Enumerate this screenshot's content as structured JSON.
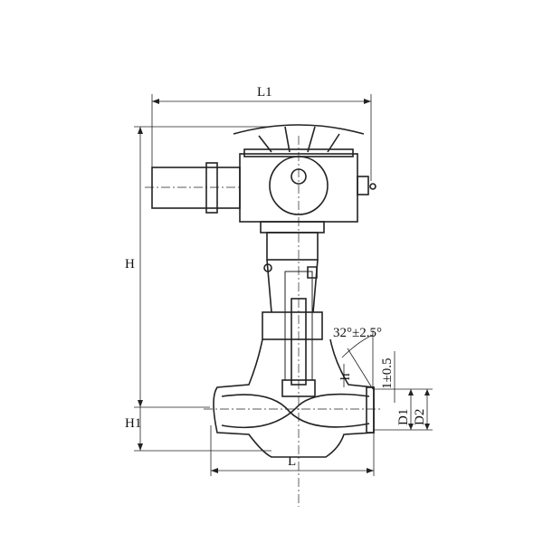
{
  "diagram": {
    "labels": {
      "L1": "L1",
      "H": "H",
      "H1": "H1",
      "L": "L",
      "angle": "32°±2.5°",
      "h": "h",
      "gap": "1±0.5",
      "D1": "D1",
      "D2": "D2"
    },
    "colors": {
      "line": "#222222",
      "background": "#ffffff"
    }
  }
}
